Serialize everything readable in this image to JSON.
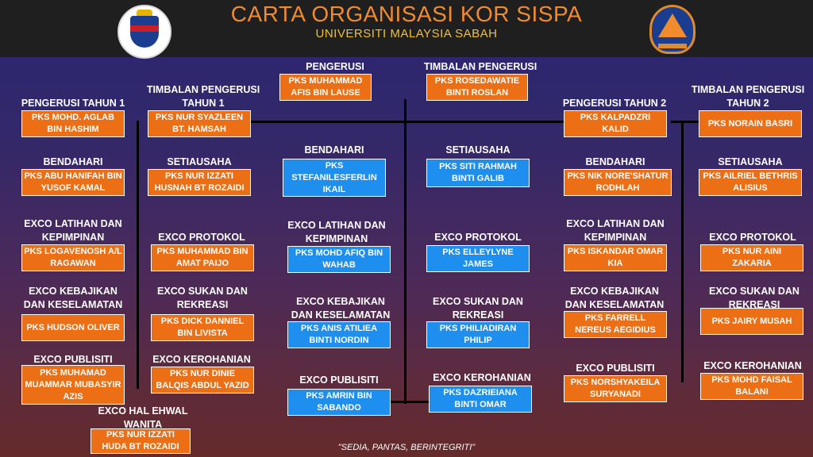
{
  "header": {
    "title": "CARTA ORGANISASI KOR SISPA",
    "subtitle": "UNIVERSITI MALAYSIA SABAH"
  },
  "colors": {
    "orange": "#ec6f16",
    "blue": "#1e8fef",
    "title": "#f08c2e",
    "subtitle": "#f2c12e"
  },
  "icons": {
    "left_logo": "university-crest-icon",
    "right_logo": "sispa-emblem-icon"
  },
  "center": {
    "pengerusi": {
      "role": "PENGERUSI",
      "name": "PKS MUHAMMAD AFIS BIN LAUSE"
    },
    "timbalan": {
      "role": "TIMBALAN PENGERUSI",
      "name": "PKS ROSEDAWATIE BINTI ROSLAN"
    },
    "bendahari": {
      "role": "BENDAHARI",
      "name": "PKS STEFANILESFERLIN IKAIL"
    },
    "setiausaha": {
      "role": "SETIAUSAHA",
      "name": "PKS SITI RAHMAH BINTI GALIB"
    },
    "latihan": {
      "role": "EXCO LATIHAN DAN KEPIMPINAN",
      "name": "PKS MOHD AFIQ BIN WAHAB"
    },
    "protokol": {
      "role": "EXCO PROTOKOL",
      "name": "PKS ELLEYLYNE JAMES"
    },
    "kebajikan": {
      "role": "EXCO KEBAJIKAN DAN KESELAMATAN",
      "name": "PKS ANIS ATILIEA BINTI NORDIN"
    },
    "sukan": {
      "role": "EXCO SUKAN DAN REKREASI",
      "name": "PKS PHILIADIRAN PHILIP"
    },
    "publisiti": {
      "role": "EXCO PUBLISITI",
      "name": "PKS AMRIN BIN SABANDO"
    },
    "kerohanian": {
      "role": "EXCO KEROHANIAN",
      "name": "PKS DAZRIEIANA BINTI OMAR"
    }
  },
  "year1": {
    "pengerusi": {
      "role": "PENGERUSI TAHUN 1",
      "name": "PKS MOHD. AGLAB BIN HASHIM"
    },
    "timbalan": {
      "role": "TIMBALAN PENGERUSI TAHUN 1",
      "name": "PKS NUR SYAZLEEN BT. HAMSAH"
    },
    "bendahari": {
      "role": "BENDAHARI",
      "name": "PKS ABU HANIFAH BIN YUSOF KAMAL"
    },
    "setiausaha": {
      "role": "SETIAUSAHA",
      "name": "PKS NUR IZZATI HUSNAH BT ROZAIDI"
    },
    "latihan": {
      "role": "EXCO LATIHAN DAN KEPIMPINAN",
      "name": "PKS LOGAVENOSH A/L RAGAWAN"
    },
    "protokol": {
      "role": "EXCO PROTOKOL",
      "name": "PKS MUHAMMAD BIN AMAT PAIJO"
    },
    "kebajikan": {
      "role": "EXCO KEBAJIKAN DAN KESELAMATAN",
      "name": "PKS HUDSON OLIVER"
    },
    "sukan": {
      "role": "EXCO SUKAN DAN REKREASI",
      "name": "PKS DICK DANNIEL BIN LIVISTA"
    },
    "publisiti": {
      "role": "EXCO PUBLISITI",
      "name": "PKS MUHAMAD MUAMMAR MUBASYIR AZIS"
    },
    "kerohanian": {
      "role": "EXCO KEROHANIAN",
      "name": "PKS NUR DINIE BALQIS ABDUL YAZID"
    },
    "wanita": {
      "role": "EXCO HAL EHWAL WANITA",
      "name": "PKS NUR IZZATI HUDA BT ROZAIDI"
    }
  },
  "year2": {
    "pengerusi": {
      "role": "PENGERUSI TAHUN 2",
      "name": "PKS KALPADZRI KALID"
    },
    "timbalan": {
      "role": "TIMBALAN PENGERUSI TAHUN 2",
      "name": "PKS NORAIN BASRI"
    },
    "bendahari": {
      "role": "BENDAHARI",
      "name": "PKS NIK NORE'SHATUR RODHLAH"
    },
    "setiausaha": {
      "role": "SETIAUSAHA",
      "name": "PKS AILRIEL BETHRIS ALISIUS"
    },
    "latihan": {
      "role": "EXCO LATIHAN DAN KEPIMPINAN",
      "name": "PKS ISKANDAR OMAR KIA"
    },
    "protokol": {
      "role": "EXCO PROTOKOL",
      "name": "PKS NUR AINI ZAKARIA"
    },
    "kebajikan": {
      "role": "EXCO KEBAJIKAN DAN KESELAMATAN",
      "name": "PKS FARRELL NEREUS AEGIDIUS"
    },
    "sukan": {
      "role": "EXCO SUKAN DAN REKREASI",
      "name": "PKS JAIRY MUSAH"
    },
    "publisiti": {
      "role": "EXCO PUBLISITI",
      "name": "PKS NORSHYAKEILA SURYANADI"
    },
    "kerohanian": {
      "role": "EXCO KEROHANIAN",
      "name": "PKS MOHD FAISAL BALANI"
    }
  },
  "motto": "\"SEDIA, PANTAS, BERINTEGRITI\""
}
